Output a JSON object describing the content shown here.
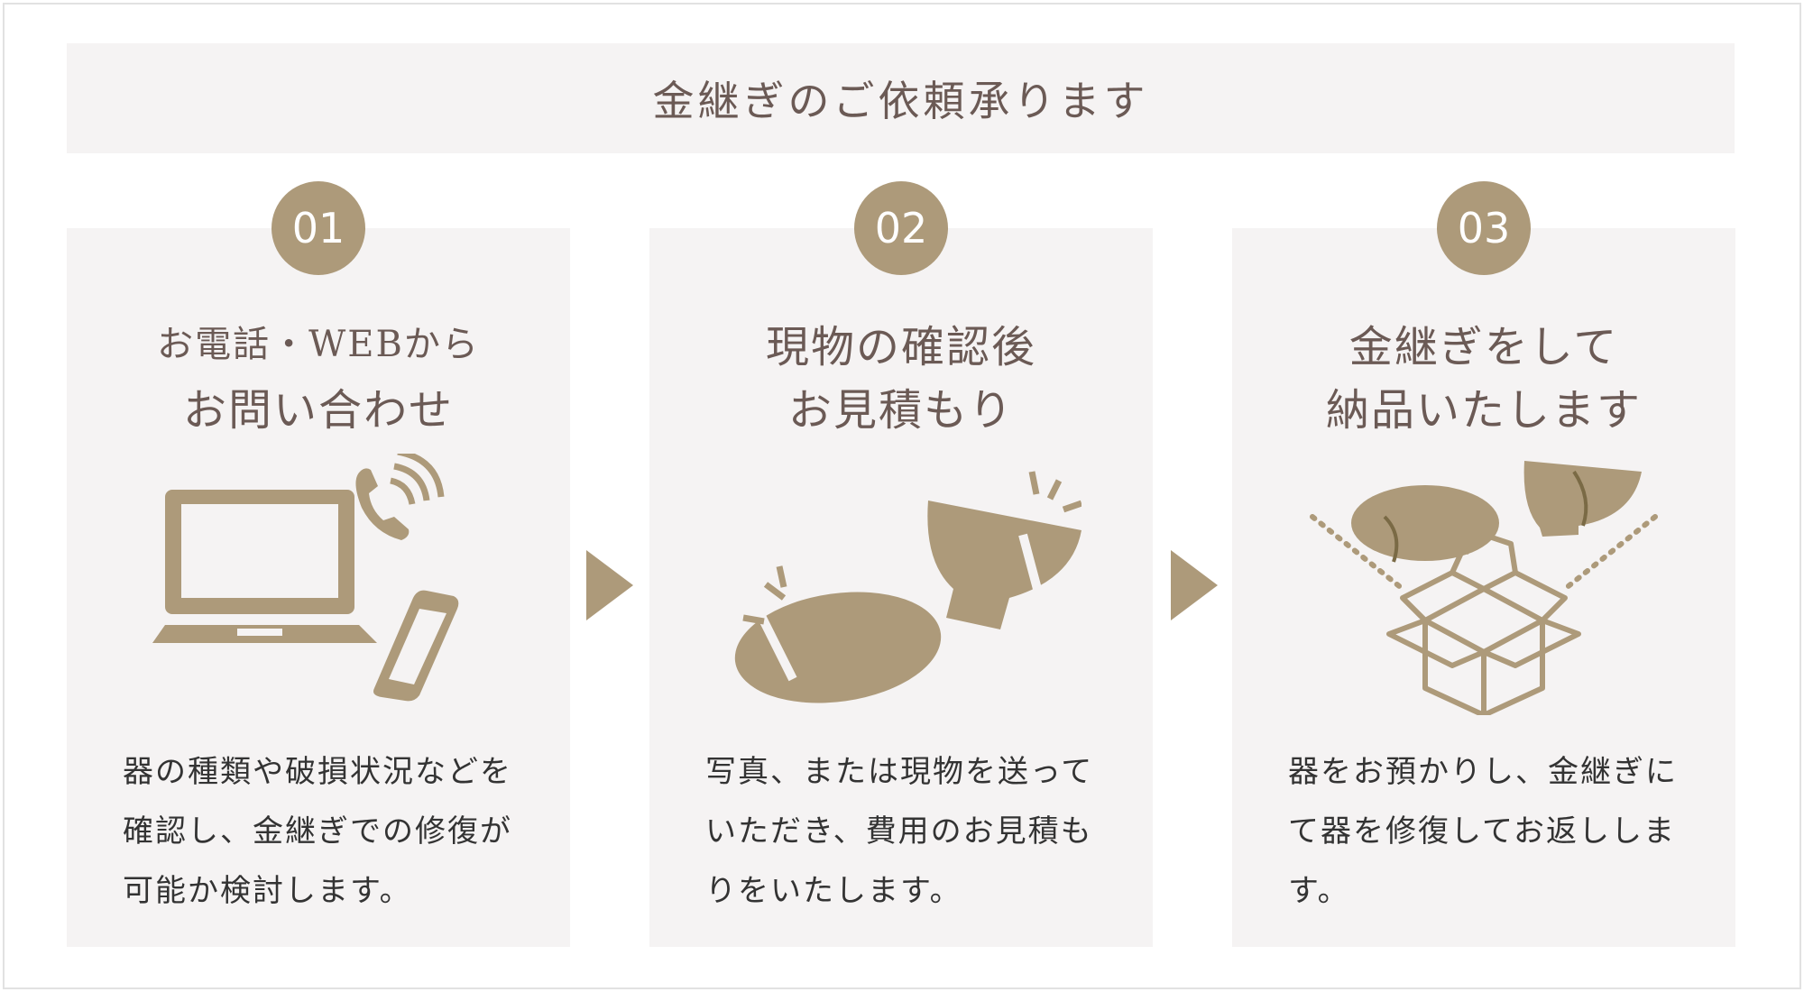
{
  "title": "金継ぎのご依頼承ります",
  "colors": {
    "accent": "#ad9a7a",
    "panel": "#f5f3f3",
    "heading": "#6b5a55"
  },
  "steps": [
    {
      "num": "01",
      "title1": "お電話・WEBから",
      "title2": "お問い合わせ",
      "icon": "laptop-phone-icon",
      "body": "器の種類や破損状況などを確認し、金継ぎでの修復が可能か検討します。"
    },
    {
      "num": "02",
      "title1": "現物の確認後",
      "title2": "お見積もり",
      "icon": "broken-bowls-icon",
      "body": "写真、または現物を送っていただき、費用のお見積もりをいたします。"
    },
    {
      "num": "03",
      "title1": "金継ぎをして",
      "title2": "納品いたします",
      "icon": "box-delivery-icon",
      "body": "器をお預かりし、金継ぎにて器を修復してお返しします。"
    }
  ]
}
